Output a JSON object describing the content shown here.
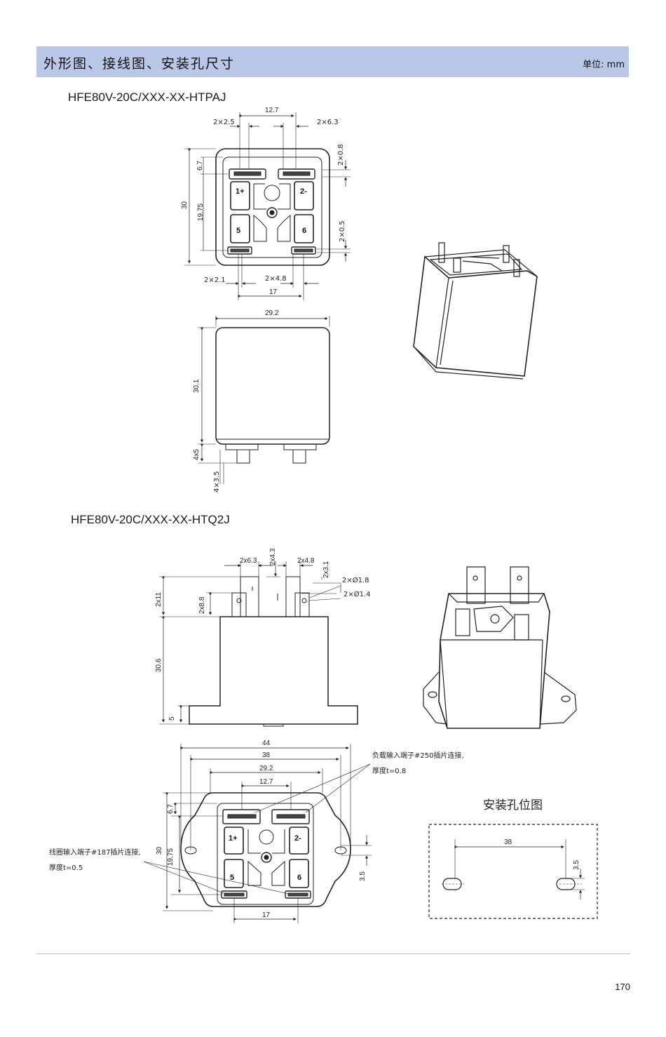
{
  "header": {
    "title": "外形图、接线图、安装孔尺寸",
    "unit": "单位: mm"
  },
  "section1": {
    "model": "HFE80V-20C/XXX-XX-HTPAJ",
    "top_view": {
      "dims": {
        "width_12_7": "12.7",
        "w2x2_5": "2×2.5",
        "w2x6_3": "2×6.3",
        "h2x0_8": "2×0.8",
        "h6_7": "6.7",
        "h30": "30",
        "h19_75": "19.75",
        "h2x0_5": "2×0.5",
        "w2x2_1": "2×2.1",
        "w2x4_8": "2×4.8",
        "w17": "17"
      },
      "pins": [
        "1+",
        "2-",
        "5",
        "6"
      ]
    },
    "side_view": {
      "dims": {
        "w29_2": "29.2",
        "h30_1": "30.1",
        "h4x5": "4x5",
        "h4x3_5": "4×3.5"
      }
    }
  },
  "section2": {
    "model": "HFE80V-20C/XXX-XX-HTQ2J",
    "side_view": {
      "dims": {
        "w2x6_3": "2x6.3",
        "h2x4_3": "2x4.3",
        "w2x4_8": "2x4.8",
        "h2x3_1": "2x3.1",
        "d2x1_8": "2×Ø1.8",
        "d2x1_4": "2×Ø1.4",
        "h2x11": "2x11",
        "h2x8_8": "2x8.8",
        "h30_6": "30.6",
        "h5": "5"
      }
    },
    "top_view": {
      "dims": {
        "w44": "44",
        "w38": "38",
        "w29_2": "29.2",
        "w12_7": "12.7",
        "h6_7": "6.7",
        "h30": "30",
        "h19_75": "19.75",
        "h3_5": "3.5",
        "w17": "17"
      },
      "pins": [
        "1+",
        "2-",
        "5",
        "6"
      ],
      "load_note": [
        "负载输入端子#250插片连接,",
        "厚度t=0.8"
      ],
      "coil_note": [
        "线圈输入端子#187插片连接,",
        "厚度t=0.5"
      ]
    },
    "mounting": {
      "title": "安装孔位图",
      "w38": "38",
      "h3_5": "3.5"
    }
  },
  "footer": {
    "page_number": "170"
  }
}
